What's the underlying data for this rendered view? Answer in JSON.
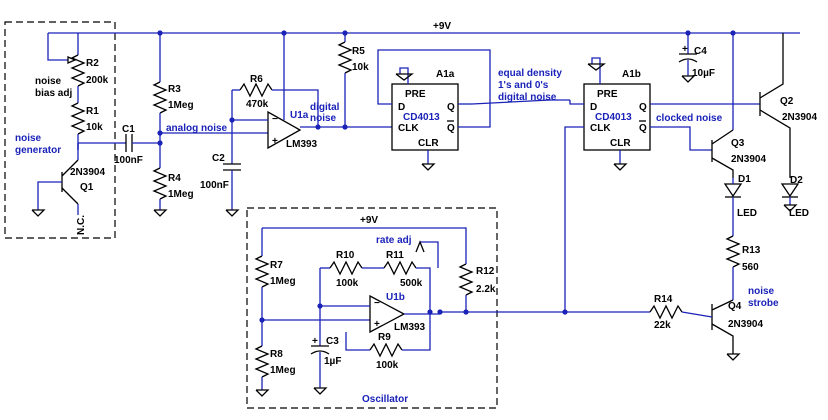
{
  "rails": {
    "top": "+9V",
    "osc": "+9V"
  },
  "blocks": {
    "oscillator": "Oscillator"
  },
  "nets": {
    "noise_generator": [
      "noise",
      "generator"
    ],
    "noise_bias_adj": [
      "noise",
      "bias adj"
    ],
    "analog_noise": "analog noise",
    "digital_noise": [
      "digital",
      "noise"
    ],
    "equal_density": [
      "equal density",
      "1's and 0's",
      "digital noise"
    ],
    "clocked_noise": "clocked noise",
    "noise_strobe": [
      "noise",
      "strobe"
    ],
    "rate_adj": "rate adj",
    "nc": "N.C."
  },
  "components": {
    "R1": {
      "ref": "R1",
      "value": "10k"
    },
    "R2": {
      "ref": "R2",
      "value": "200k"
    },
    "R3": {
      "ref": "R3",
      "value": "1Meg"
    },
    "R4": {
      "ref": "R4",
      "value": "1Meg"
    },
    "R5": {
      "ref": "R5",
      "value": "10k"
    },
    "R6": {
      "ref": "R6",
      "value": "470k"
    },
    "R7": {
      "ref": "R7",
      "value": "1Meg"
    },
    "R8": {
      "ref": "R8",
      "value": "1Meg"
    },
    "R9": {
      "ref": "R9",
      "value": "100k"
    },
    "R10": {
      "ref": "R10",
      "value": "100k"
    },
    "R11": {
      "ref": "R11",
      "value": "500k"
    },
    "R12": {
      "ref": "R12",
      "value": "2.2k"
    },
    "R13": {
      "ref": "R13",
      "value": "560"
    },
    "R14": {
      "ref": "R14",
      "value": "22k"
    },
    "C1": {
      "ref": "C1",
      "value": "100nF"
    },
    "C2": {
      "ref": "C2",
      "value": "100nF"
    },
    "C3": {
      "ref": "C3",
      "value": "1µF"
    },
    "C4": {
      "ref": "C4",
      "value": "10µF"
    },
    "Q1": {
      "ref": "Q1",
      "value": "2N3904"
    },
    "Q2": {
      "ref": "Q2",
      "value": "2N3904"
    },
    "Q3": {
      "ref": "Q3",
      "value": "2N3904"
    },
    "Q4": {
      "ref": "Q4",
      "value": "2N3904"
    },
    "D1": {
      "ref": "D1",
      "value": "LED"
    },
    "D2": {
      "ref": "D2",
      "value": "LED"
    },
    "U1a": {
      "ref": "U1a",
      "value": "LM393"
    },
    "U1b": {
      "ref": "U1b",
      "value": "LM393"
    },
    "A1a": {
      "ref": "A1a",
      "value": "CD4013"
    },
    "A1b": {
      "ref": "A1b",
      "value": "CD4013"
    }
  },
  "pins": {
    "pre": "PRE",
    "clr": "CLR",
    "d": "D",
    "clk": "CLK",
    "q": "Q",
    "qbar": "Q",
    "plus": "+",
    "minus": "−"
  }
}
